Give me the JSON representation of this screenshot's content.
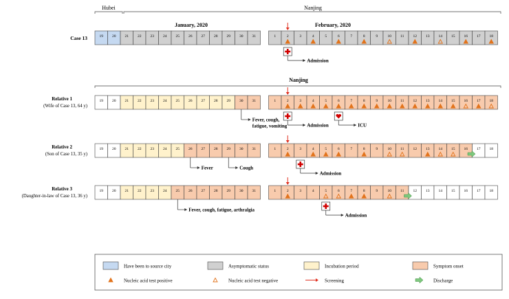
{
  "colors": {
    "source": "#c5d9f1",
    "asymptomatic": "#d0d0d0",
    "incubation": "#fff2cc",
    "symptom": "#f8cbad",
    "white": "#ffffff",
    "triangle": "#e2731b",
    "admission_border": "#d00000",
    "screening": "#e03020",
    "discharge": "#7fc97f"
  },
  "header": {
    "hubei_label": "Hubei",
    "nanjing_label": "Nanjing",
    "january_label": "January, 2020",
    "february_label": "February, 2020",
    "nanjing_label_2": "Nanjing"
  },
  "january_days": [
    "19",
    "20",
    "21",
    "22",
    "23",
    "24",
    "25",
    "26",
    "27",
    "28",
    "29",
    "30",
    "31"
  ],
  "february_days": [
    "1",
    "2",
    "3",
    "4",
    "5",
    "6",
    "7",
    "8",
    "9",
    "10",
    "11",
    "12",
    "13",
    "14",
    "15",
    "16",
    "17",
    "18"
  ],
  "rows": [
    {
      "title": "Case 13",
      "subtitle": "",
      "jan_status": [
        "source",
        "source",
        "asymptomatic",
        "asymptomatic",
        "asymptomatic",
        "asymptomatic",
        "asymptomatic",
        "asymptomatic",
        "asymptomatic",
        "asymptomatic",
        "asymptomatic",
        "asymptomatic",
        "asymptomatic"
      ],
      "feb_status": [
        "asymptomatic",
        "asymptomatic",
        "asymptomatic",
        "asymptomatic",
        "asymptomatic",
        "asymptomatic",
        "asymptomatic",
        "asymptomatic",
        "asymptomatic",
        "asymptomatic",
        "asymptomatic",
        "asymptomatic",
        "asymptomatic",
        "asymptomatic",
        "asymptomatic",
        "asymptomatic",
        "asymptomatic",
        "asymptomatic"
      ],
      "tests": [
        {
          "day": 2,
          "result": "positive"
        },
        {
          "day": 4,
          "result": "positive"
        },
        {
          "day": 6,
          "result": "positive"
        },
        {
          "day": 8,
          "result": "positive"
        },
        {
          "day": 10,
          "result": "negative"
        },
        {
          "day": 12,
          "result": "positive"
        },
        {
          "day": 14,
          "result": "negative"
        },
        {
          "day": 16,
          "result": "positive"
        },
        {
          "day": 18,
          "result": "positive"
        }
      ],
      "screening_day": 2,
      "events": [
        {
          "type": "admission",
          "day": 2,
          "label": "Admission"
        }
      ]
    },
    {
      "title": "Relative 1",
      "subtitle": "(Wife of Case 13, 64 y)",
      "jan_status": [
        "white",
        "white",
        "incubation",
        "incubation",
        "incubation",
        "incubation",
        "incubation",
        "incubation",
        "incubation",
        "incubation",
        "incubation",
        "symptom",
        "symptom"
      ],
      "feb_status": [
        "symptom",
        "symptom",
        "symptom",
        "symptom",
        "symptom",
        "symptom",
        "symptom",
        "symptom",
        "symptom",
        "symptom",
        "symptom",
        "symptom",
        "symptom",
        "symptom",
        "symptom",
        "symptom",
        "symptom",
        "symptom"
      ],
      "tests": [
        {
          "day": 2,
          "result": "positive"
        },
        {
          "day": 3,
          "result": "positive"
        },
        {
          "day": 4,
          "result": "positive"
        },
        {
          "day": 5,
          "result": "positive"
        },
        {
          "day": 6,
          "result": "positive"
        },
        {
          "day": 7,
          "result": "positive"
        },
        {
          "day": 8,
          "result": "positive"
        },
        {
          "day": 9,
          "result": "positive"
        },
        {
          "day": 10,
          "result": "positive"
        },
        {
          "day": 11,
          "result": "positive"
        },
        {
          "day": 12,
          "result": "positive"
        },
        {
          "day": 13,
          "result": "positive"
        },
        {
          "day": 14,
          "result": "positive"
        },
        {
          "day": 15,
          "result": "positive"
        },
        {
          "day": 16,
          "result": "negative"
        },
        {
          "day": 17,
          "result": "positive"
        },
        {
          "day": 18,
          "result": "negative"
        }
      ],
      "screening_day": 2,
      "events": [
        {
          "type": "symptom",
          "day": "jan30",
          "label": "Fever, cough,\nfatigue, vomiting"
        },
        {
          "type": "admission",
          "day": 2,
          "label": "Admission"
        },
        {
          "type": "icu",
          "day": 6,
          "label": "ICU"
        }
      ]
    },
    {
      "title": "Relative 2",
      "subtitle": "(Son of Case 13, 35 y)",
      "jan_status": [
        "white",
        "white",
        "incubation",
        "incubation",
        "incubation",
        "incubation",
        "incubation",
        "symptom",
        "symptom",
        "symptom",
        "symptom",
        "symptom",
        "symptom"
      ],
      "feb_status": [
        "symptom",
        "symptom",
        "symptom",
        "symptom",
        "symptom",
        "symptom",
        "symptom",
        "symptom",
        "symptom",
        "symptom",
        "symptom",
        "symptom",
        "symptom",
        "symptom",
        "symptom",
        "symptom",
        "white",
        "white"
      ],
      "tests": [
        {
          "day": 2,
          "result": "positive"
        },
        {
          "day": 4,
          "result": "positive"
        },
        {
          "day": 5,
          "result": "positive"
        },
        {
          "day": 6,
          "result": "positive"
        },
        {
          "day": 8,
          "result": "positive"
        },
        {
          "day": 10,
          "result": "negative"
        },
        {
          "day": 11,
          "result": "negative"
        },
        {
          "day": 13,
          "result": "positive"
        },
        {
          "day": 14,
          "result": "negative"
        },
        {
          "day": 15,
          "result": "negative"
        }
      ],
      "screening_day": 2,
      "discharge_day": 16,
      "events": [
        {
          "type": "symptom",
          "day": "jan26",
          "label": "Fever"
        },
        {
          "type": "symptom",
          "day": "jan29",
          "label": "Cough"
        },
        {
          "type": "admission",
          "day": 3,
          "label": "Admission"
        }
      ]
    },
    {
      "title": "Relative 3",
      "subtitle": "(Daughter-in-law of Case 13, 36 y)",
      "jan_status": [
        "white",
        "white",
        "incubation",
        "incubation",
        "incubation",
        "incubation",
        "symptom",
        "symptom",
        "symptom",
        "symptom",
        "symptom",
        "symptom",
        "symptom"
      ],
      "feb_status": [
        "symptom",
        "symptom",
        "symptom",
        "symptom",
        "symptom",
        "symptom",
        "symptom",
        "symptom",
        "symptom",
        "symptom",
        "symptom",
        "white",
        "white",
        "white",
        "white",
        "white",
        "white",
        "white"
      ],
      "tests": [
        {
          "day": 2,
          "result": "positive"
        },
        {
          "day": 5,
          "result": "negative"
        },
        {
          "day": 6,
          "result": "negative"
        },
        {
          "day": 7,
          "result": "positive"
        },
        {
          "day": 8,
          "result": "positive"
        },
        {
          "day": 10,
          "result": "negative"
        }
      ],
      "screening_day": 2,
      "discharge_day": 11,
      "events": [
        {
          "type": "symptom",
          "day": "jan25",
          "label": "Fever, cough, fatigue, arthralgia"
        },
        {
          "type": "admission",
          "day": 5,
          "label": "Admission"
        }
      ]
    }
  ],
  "legend": [
    {
      "kind": "box",
      "color": "source",
      "label": "Have been to source city"
    },
    {
      "kind": "box",
      "color": "asymptomatic",
      "label": "Asymptomatic status"
    },
    {
      "kind": "box",
      "color": "incubation",
      "label": "Incubation period"
    },
    {
      "kind": "box",
      "color": "symptom",
      "label": "Symptom onset"
    },
    {
      "kind": "tri-filled",
      "label": "Nucleic acid test positive"
    },
    {
      "kind": "tri-open",
      "label": "Nucleic acid test negative"
    },
    {
      "kind": "screening",
      "label": "Screening"
    },
    {
      "kind": "discharge",
      "label": "Discharge"
    }
  ]
}
